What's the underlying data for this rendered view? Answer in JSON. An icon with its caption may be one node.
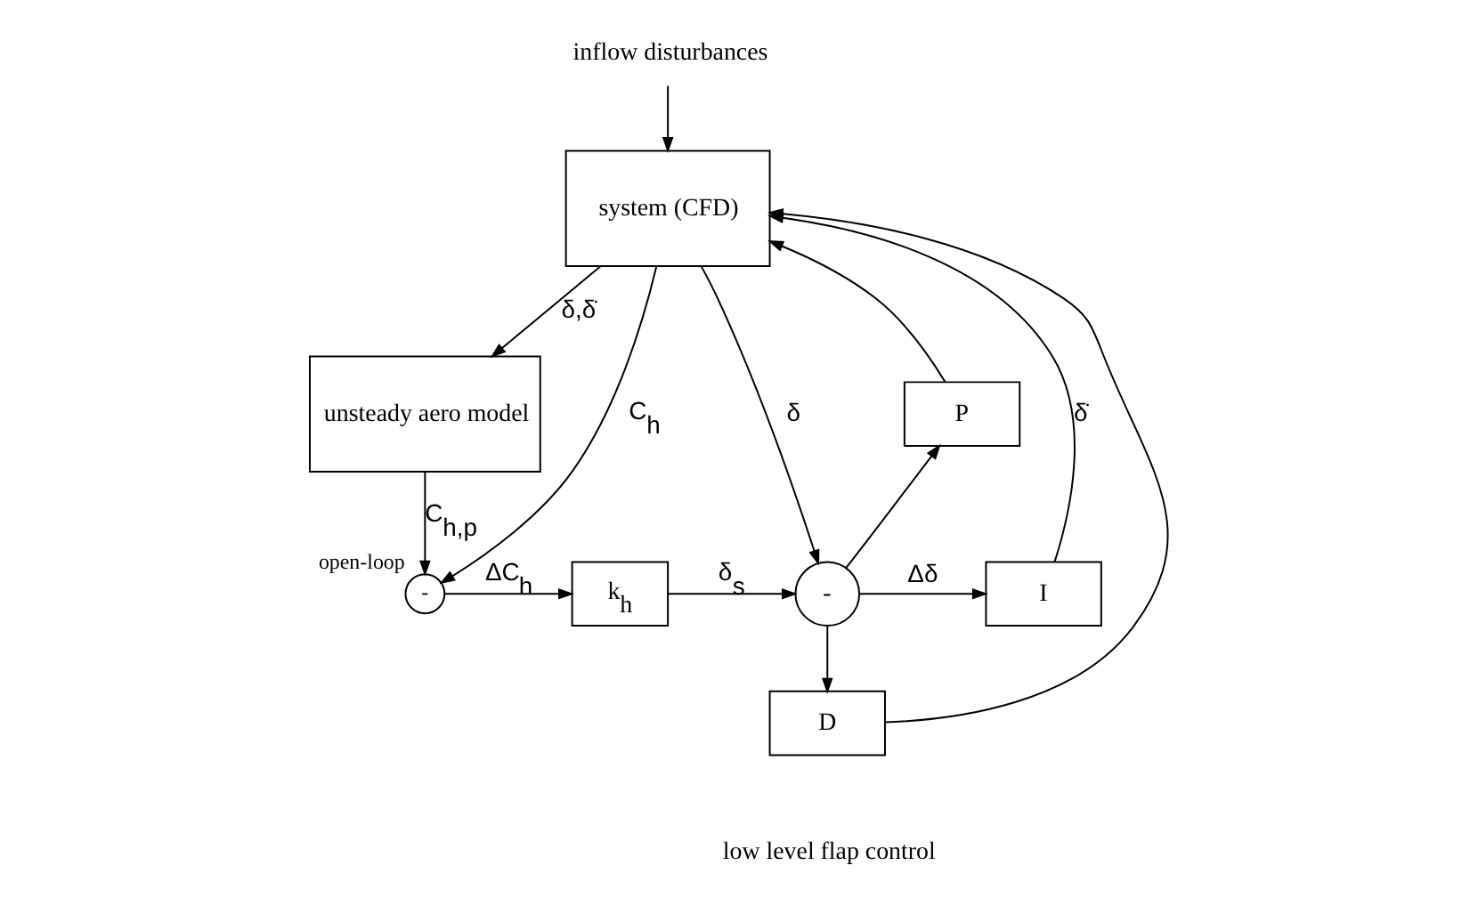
{
  "diagram": {
    "nodes": [
      {
        "text": [
          "system (CFD)"
        ]
      },
      {
        "text": [
          "unsteady aero model"
        ]
      },
      {
        "text": [
          "-"
        ],
        "beside": [
          "open-loop"
        ]
      },
      {
        "text": [
          "k$_{h}$"
        ]
      },
      {
        "text": [
          "-"
        ]
      },
      {
        "text": [
          "P"
        ]
      },
      {
        "text": [
          "I"
        ]
      },
      {
        "text": [
          "D"
        ]
      },
      {
        "text": [
          "inflow disturbances"
        ]
      }
    ],
    "edges": [
      {
        "from": 8,
        "to": 0,
        "arrow": "to"
      },
      {
        "from": 0,
        "to": 1,
        "arrow": "to",
        "label": "δ,δ̇"
      },
      {
        "from": 0,
        "to": 2,
        "arrow": "to",
        "label": "C$_{h}$"
      },
      {
        "from": 1,
        "to": 2,
        "arrow": "to",
        "label": "C$_{h,p}$"
      },
      {
        "from": 2,
        "to": 3,
        "arrow": "to",
        "label": "ΔC$_{h}$"
      },
      {
        "from": 0,
        "to": 4,
        "arrow": "to",
        "label": "δ"
      },
      {
        "from": 3,
        "to": 4,
        "arrow": "to",
        "label": "δ$_{s}$"
      },
      {
        "from": 4,
        "to": 5,
        "arrow": "to"
      },
      {
        "from": 4,
        "to": 6,
        "arrow": "to",
        "label": "Δδ"
      },
      {
        "from": 4,
        "to": 7,
        "arrow": "to"
      },
      {
        "from": 5,
        "to": 0,
        "arrow": "to"
      },
      {
        "from": 6,
        "to": 0,
        "arrow": "to",
        "label": "δ̇"
      },
      {
        "from": 7,
        "to": 0,
        "arrow": "to"
      }
    ],
    "labels": [
      "low level flap control"
    ]
  }
}
